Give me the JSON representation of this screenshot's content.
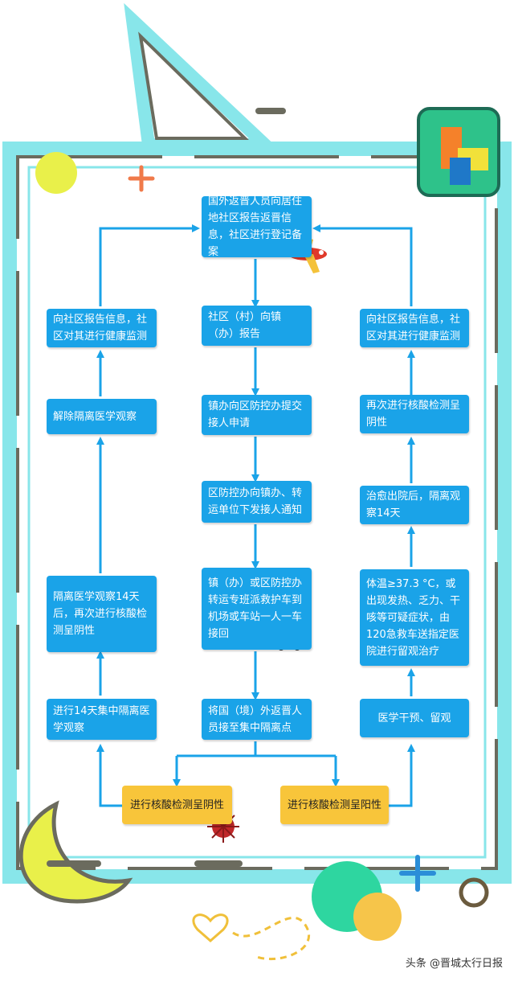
{
  "colors": {
    "frame": "#88e6ea",
    "frame_dark": "#6b6b5e",
    "node": "#1aa3e8",
    "node_alert": "#f8c53a",
    "arrow": "#1aa3e8"
  },
  "flow": {
    "start": "国外返晋人员向居住地社区报告返晋信息，社区进行登记备案",
    "c1": "社区（村）向镇（办）报告",
    "c2": "镇办向区防控办提交接人申请",
    "c3": "区防控办向镇办、转运单位下发接人通知",
    "c4": "镇（办）或区防控办转运专班派救护车到机场或车站一人一车接回",
    "c5": "将国（境）外返晋人员接至集中隔离点",
    "neg": "进行核酸检测呈阴性",
    "pos": "进行核酸检测呈阳性",
    "l1": "进行14天集中隔离医学观察",
    "l2": "隔离医学观察14天后，再次进行核酸检测呈阴性",
    "l3": "解除隔离医学观察",
    "l4": "向社区报告信息，社区对其进行健康监测",
    "r1": "医学干预、留观",
    "r2": "体温≥37.3 °C，或出现发热、乏力、干咳等可疑症状，由120急救车送指定医院进行留观治疗",
    "r3": "治愈出院后，隔离观察14天",
    "r4": "再次进行核酸检测呈阴性",
    "r5": "向社区报告信息，社区对其进行健康监测"
  },
  "footer": "头条 @晋城太行日报"
}
